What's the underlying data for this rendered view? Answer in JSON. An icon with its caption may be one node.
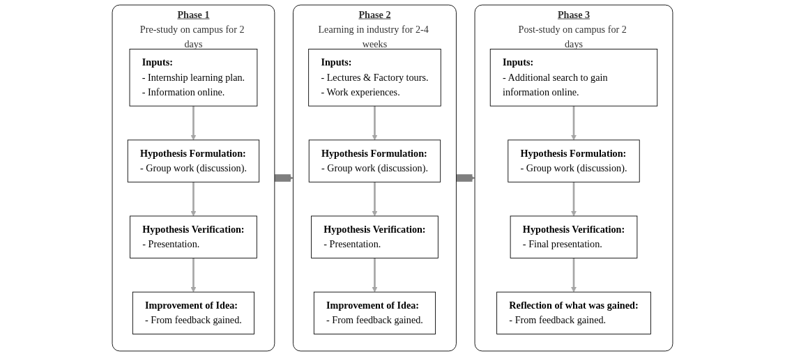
{
  "diagram": {
    "nodes": [
      {
        "text": [
          "Phase 1",
          "Pre-study on campus for 2 days"
        ]
      },
      {
        "text": [
          "Inputs:",
          "- Internship learning plan.",
          "- Information online."
        ],
        "in": 0
      },
      {
        "text": [
          "Hypothesis Formulation:",
          "- Group work (discussion)."
        ],
        "in": 0
      },
      {
        "text": [
          "Hypothesis Verification:",
          "- Presentation."
        ],
        "in": 0
      },
      {
        "text": [
          "Improvement of Idea:",
          "- From feedback gained."
        ],
        "in": 0
      },
      {
        "text": [
          "Phase 2",
          "Learning in industry for 2-4 weeks"
        ]
      },
      {
        "text": [
          "Inputs:",
          "- Lectures & Factory tours.",
          "- Work experiences."
        ],
        "in": 5
      },
      {
        "text": [
          "Hypothesis Formulation:",
          "- Group work (discussion)."
        ],
        "in": 5
      },
      {
        "text": [
          "Hypothesis Verification:",
          "- Presentation."
        ],
        "in": 5
      },
      {
        "text": [
          "Improvement of Idea:",
          "- From feedback gained."
        ],
        "in": 5
      },
      {
        "text": [
          "Phase 3",
          "Post-study on campus for 2 days"
        ]
      },
      {
        "text": [
          "Inputs:",
          "- Additional search to gain information online."
        ],
        "in": 10
      },
      {
        "text": [
          "Hypothesis Formulation:",
          "- Group work (discussion)."
        ],
        "in": 10
      },
      {
        "text": [
          "Hypothesis Verification:",
          "- Final presentation."
        ],
        "in": 10
      },
      {
        "text": [
          "Reflection of what was gained:",
          "- From feedback gained."
        ],
        "in": 10
      }
    ],
    "edges": [
      {
        "from": 1,
        "to": 2,
        "arrow": "to"
      },
      {
        "from": 2,
        "to": 3,
        "arrow": "to"
      },
      {
        "from": 3,
        "to": 4,
        "arrow": "to"
      },
      {
        "from": 0,
        "to": 5,
        "arrow": "to",
        "style": "thick",
        "color": "#7f7f7f"
      },
      {
        "from": 6,
        "to": 7,
        "arrow": "to"
      },
      {
        "from": 7,
        "to": 8,
        "arrow": "to"
      },
      {
        "from": 8,
        "to": 9,
        "arrow": "to"
      },
      {
        "from": 5,
        "to": 10,
        "arrow": "to",
        "style": "thick",
        "color": "#7f7f7f"
      },
      {
        "from": 11,
        "to": 12,
        "arrow": "to"
      },
      {
        "from": 12,
        "to": 13,
        "arrow": "to"
      },
      {
        "from": 13,
        "to": 14,
        "arrow": "to"
      }
    ]
  }
}
